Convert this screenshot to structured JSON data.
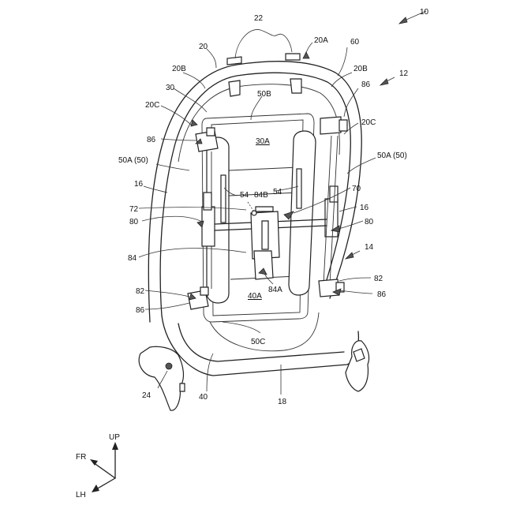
{
  "labels": {
    "l10": "10",
    "l22": "22",
    "l20": "20",
    "l20A": "20A",
    "l60": "60",
    "l20B_left": "20B",
    "l20B_right": "20B",
    "l12": "12",
    "l30": "30",
    "l50B": "50B",
    "l86_top_right": "86",
    "l20C_left": "20C",
    "l20C_right": "20C",
    "l86_top_left": "86",
    "l30A": "30A",
    "l50A_left": "50A (50)",
    "l50A_right": "50A (50)",
    "l16_left": "16",
    "l54_left": "54",
    "l84B": "84B",
    "l54_right": "54",
    "l70": "70",
    "l72": "72",
    "l16_right": "16",
    "l80_left": "80",
    "l80_right": "80",
    "l14": "14",
    "l84": "84",
    "l84A": "84A",
    "l82_right": "82",
    "l82_left": "82",
    "l40A": "40A",
    "l86_bottom_left": "86",
    "l86_bottom_right": "86",
    "l50C": "50C",
    "l24": "24",
    "l40": "40",
    "l18": "18"
  },
  "axes": {
    "up": "UP",
    "fr": "FR",
    "lh": "LH"
  }
}
